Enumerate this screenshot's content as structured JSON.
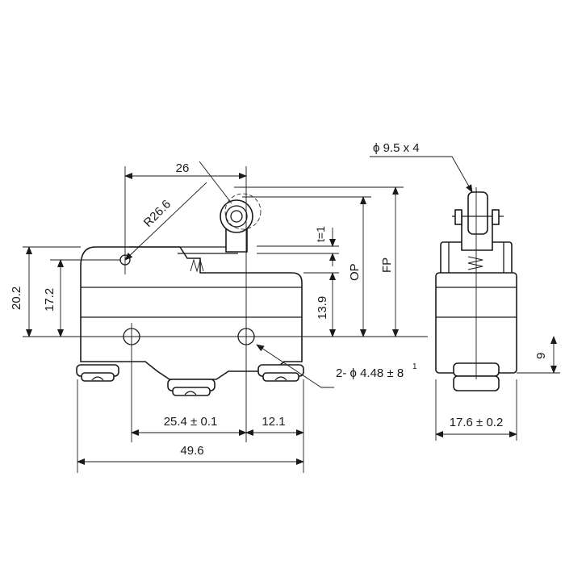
{
  "dimensions": {
    "d26": "26",
    "r26_6": "R26.6",
    "t1": "t=1",
    "op": "OP",
    "fp": "FP",
    "d20_2": "20.2",
    "d17_2": "17.2",
    "d13_9": "13.9",
    "hole_spec": "2- ϕ 4.48 ± 8",
    "hole_spec_sup": "1",
    "roller_spec": "ϕ 9.5 x 4",
    "d25_4": "25.4 ± 0.1",
    "d12_1": "12.1",
    "d49_6": "49.6",
    "d9": "9",
    "d17_6": "17.6 ± 0.2"
  }
}
